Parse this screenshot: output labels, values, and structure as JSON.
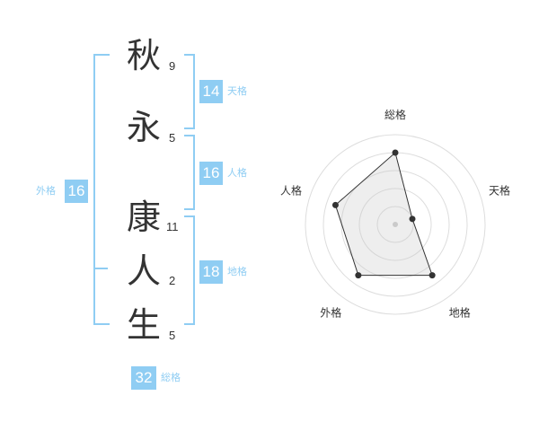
{
  "name": {
    "chars": [
      {
        "char": "秋",
        "strokes": "9"
      },
      {
        "char": "永",
        "strokes": "5"
      },
      {
        "char": "康",
        "strokes": "11"
      },
      {
        "char": "人",
        "strokes": "2"
      },
      {
        "char": "生",
        "strokes": "5"
      }
    ]
  },
  "fortunes": {
    "tenkaku": {
      "value": "14",
      "label": "天格"
    },
    "jinkaku": {
      "value": "16",
      "label": "人格"
    },
    "chikaku": {
      "value": "18",
      "label": "地格"
    },
    "gaikaku": {
      "value": "16",
      "label": "外格"
    },
    "soukaku": {
      "value": "32",
      "label": "総格"
    }
  },
  "colors": {
    "accent": "#8fcdf3",
    "text": "#333333"
  },
  "chart_data": {
    "type": "radar",
    "axes": [
      "総格",
      "天格",
      "地格",
      "外格",
      "人格"
    ],
    "values": [
      4,
      1,
      3.5,
      3.5,
      3.5
    ],
    "max": 5,
    "grid_rings": 5
  }
}
